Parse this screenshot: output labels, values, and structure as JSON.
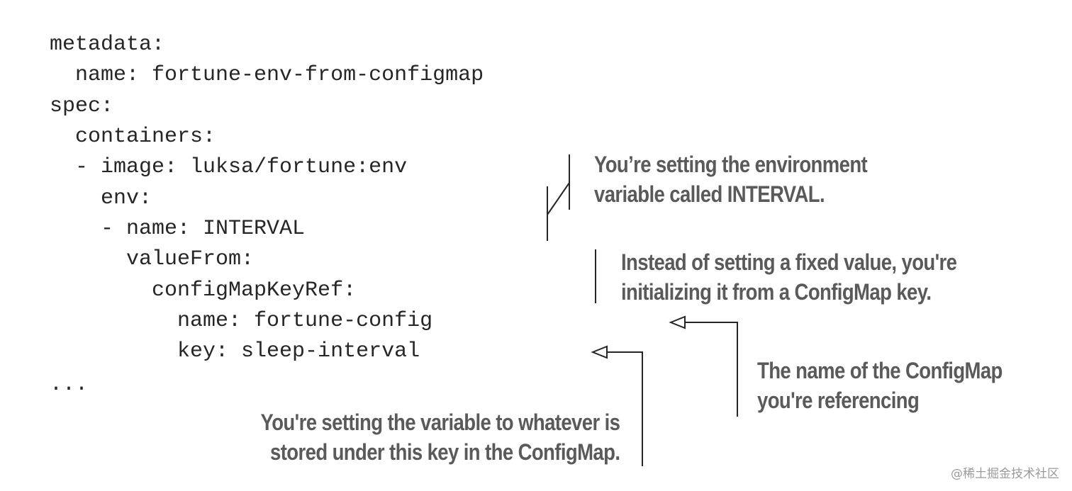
{
  "code_lines": [
    "metadata:",
    "  name: fortune-env-from-configmap",
    "spec:",
    "  containers:",
    "  - image: luksa/fortune:env",
    "    env:",
    "    - name: INTERVAL",
    "      valueFrom:",
    "        configMapKeyRef:",
    "          name: fortune-config",
    "          key: sleep-interval",
    "..."
  ],
  "annotations": {
    "env_var": {
      "line1": "You’re setting the environment",
      "line2": "variable called INTERVAL."
    },
    "value_from": {
      "line1": "Instead of setting a fixed value, you're",
      "line2": "initializing it from a ConfigMap key."
    },
    "configmap_name": {
      "line1": "The name of the ConfigMap",
      "line2": "you're referencing"
    },
    "key": {
      "line1": "You're setting the variable to whatever is",
      "line2": "stored under this key in the ConfigMap."
    }
  },
  "watermark": "@稀土掘金技术社区"
}
